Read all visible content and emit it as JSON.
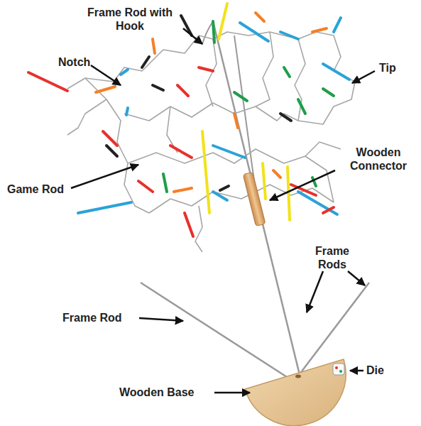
{
  "diagram": {
    "labels": [
      "Frame Rod with Hook",
      "Notch",
      "Tip",
      "Wooden Connector",
      "Game Rod",
      "Frame Rods",
      "Frame Rod",
      "Die",
      "Wooden Base"
    ]
  }
}
